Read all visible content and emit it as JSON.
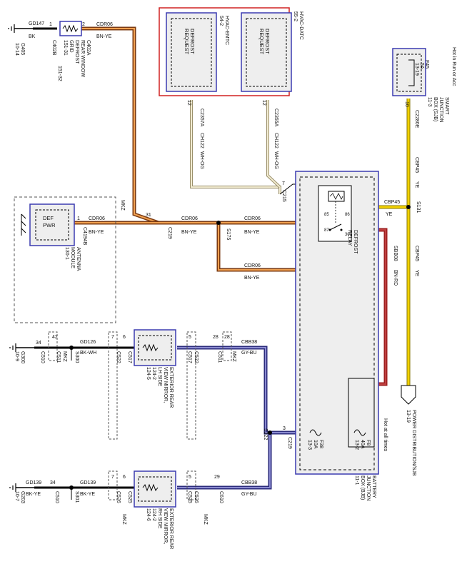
{
  "diagram": {
    "top_left": {
      "wire_top": "GD147",
      "wire_top_color": "BK",
      "ground": "G405",
      "ground_ref": "10-14",
      "conn_a": "C402A",
      "conn_b": "C402B",
      "pin_a": "1",
      "pin_b": "2",
      "component": [
        "REAR WINDOW",
        "DEFROST",
        "GRID"
      ],
      "component_ref": [
        "151-31",
        "151-32"
      ],
      "cdr06_top": "CDR06",
      "bnye_top": "BN-YE"
    },
    "hvac": {
      "emtc_name": "HVAC-EMTC",
      "emtc_ref": "54-2",
      "datc_name": "HVAC-DATC",
      "datc_ref": "55-2",
      "defrost_request": [
        "DEFROST",
        "REQUEST"
      ],
      "emtc_pin": "12",
      "datc_pin": "12",
      "emtc_conn": "C2357A",
      "datc_conn": "C2355A",
      "circuit": "CH122",
      "wire_color": "WH-OG"
    },
    "relay": {
      "conn": "C215",
      "pin": "7",
      "name": [
        "DEFROST",
        "RELAY"
      ],
      "pins": [
        "85",
        "86",
        "87",
        "30"
      ],
      "sbb_label": "SBB08",
      "sbb_color": "BN-RD"
    },
    "sjb": {
      "note": "Hot in Run or Acc",
      "fuse": "F45",
      "amp": "5A",
      "ref": "13-19",
      "name": [
        "SMART",
        "JUNCTION",
        "BOX (SJB)"
      ],
      "name_ref": "11-3",
      "pin": "10",
      "conn": "C2280E",
      "cbp45": "CBP45",
      "ye": "YE",
      "splice": "S131"
    },
    "antenna": {
      "mkz": "MKZ",
      "box": [
        "DEF",
        "PWR"
      ],
      "name": [
        "ANTENNA",
        "MODULE"
      ],
      "ref": "130-1",
      "pin": "1",
      "conn": "C4194B",
      "wire": "CDR06",
      "color": "BN-YE"
    },
    "mid": {
      "c219_pin": "31",
      "c219": "C219",
      "cdr06": "CDR06",
      "bnye": "BN-YE",
      "splice": "S175"
    },
    "mirror_lh": {
      "wire_left": "34",
      "c510": "C510",
      "g300": "G300",
      "g300_ref": "10-9",
      "gd126": "GD126",
      "bkwh": "BK-WH",
      "s300": "S300",
      "c511_pin": "42",
      "c511": "C511",
      "c522": "C522",
      "c522_pin": "7",
      "mkz": "MKZ",
      "c517_pin": "6",
      "c517": "C517",
      "name": [
        "EXTERIOR REAR",
        "VIEW MIRROR,",
        "LH SIDE"
      ],
      "ref": [
        "124-2",
        "124-5"
      ],
      "right_pin": "5",
      "right_c517": "C517",
      "right_c522": "C522",
      "c510_pin": "28",
      "cbb38": "CBB38",
      "gybu": "GY-BU",
      "c511r": "C511",
      "c511r_pin": "28",
      "mkz_r": "MKZ"
    },
    "mirror_rh": {
      "wire_left": "34",
      "c510": "C510",
      "g203": "G203",
      "g203_ref": "10-7",
      "gd139_left": "GD139",
      "bkye_left": "BK-YE",
      "gd139": "GD139",
      "bkye": "BK-YE",
      "s301": "S301",
      "c526": "C526",
      "c526_pin": "7",
      "mkz": "MKZ",
      "c525_pin": "6",
      "c525": "C525",
      "name": [
        "EXTERIOR REAR",
        "VIEW MIRROR,",
        "RH SIDE"
      ],
      "ref": [
        "124-2",
        "124-6"
      ],
      "right_pin": "5",
      "right_c525": "C525",
      "right_c526": "C526",
      "mkz_r": "MKZ",
      "c610_pin": "29",
      "c610": "C610",
      "cbb38": "CBB38",
      "gybu": "GY-BU"
    },
    "bjb": {
      "splice": "S322",
      "conn": "C219",
      "conn_pin": "3",
      "f38": "F38",
      "f38_amp": "10A",
      "f38_ref": "13-3",
      "f8": "F8",
      "f8_amp": "40A",
      "f8_ref": "13-2",
      "hot": "Hot at all times",
      "name": [
        "BATTERY",
        "JUNCTION",
        "BOX (BJB)"
      ],
      "name_ref": "11-1"
    },
    "power": {
      "label": "POWER DISTRIBUTION/SJB",
      "ref": "13-19"
    }
  },
  "colors": {
    "bnye_dark": "#7a3a12",
    "bnye_light": "#f0c878",
    "ye": "#f2d100",
    "bnrd": "#9c1e1e",
    "gybu": "#3b3b9a",
    "whog": "#d8cfa8",
    "box_blue": "#3b3bb0",
    "red_box": "#d02020"
  }
}
